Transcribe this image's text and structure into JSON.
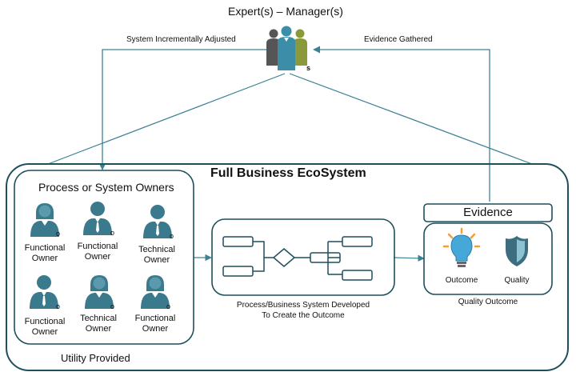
{
  "header": {
    "title": "Expert(s) – Manager(s)",
    "left_arrow_label": "System Incrementally Adjusted",
    "right_arrow_label": "Evidence Gathered",
    "managers_icon_suffix": "s"
  },
  "ecosystem": {
    "title": "Full Business EcoSystem"
  },
  "owners_panel": {
    "title": "Process or System Owners",
    "footer": "Utility Provided",
    "owners": [
      {
        "line1": "Functional",
        "line2": "Owner",
        "icon": "female-person-icon"
      },
      {
        "line1": "Functional",
        "line2": "Owner",
        "icon": "male-person-icon"
      },
      {
        "line1": "Technical",
        "line2": "Owner",
        "icon": "male-person-icon"
      },
      {
        "line1": "Functional",
        "line2": "Owner",
        "icon": "male-person-icon"
      },
      {
        "line1": "Technical",
        "line2": "Owner",
        "icon": "female-person-icon"
      },
      {
        "line1": "Functional",
        "line2": "Owner",
        "icon": "female-person-icon"
      }
    ],
    "badge_glyph": "o"
  },
  "process": {
    "caption_line1": "Process/Business System Developed",
    "caption_line2": "To Create the Outcome"
  },
  "evidence": {
    "title": "Evidence",
    "items": [
      {
        "label": "Outcome",
        "icon": "lightbulb-icon"
      },
      {
        "label": "Quality",
        "icon": "shield-icon"
      }
    ],
    "caption": "Quality Outcome"
  },
  "colors": {
    "line": "#3c8294",
    "border": "#1f4f5c",
    "icon": "#3a7a8c"
  }
}
